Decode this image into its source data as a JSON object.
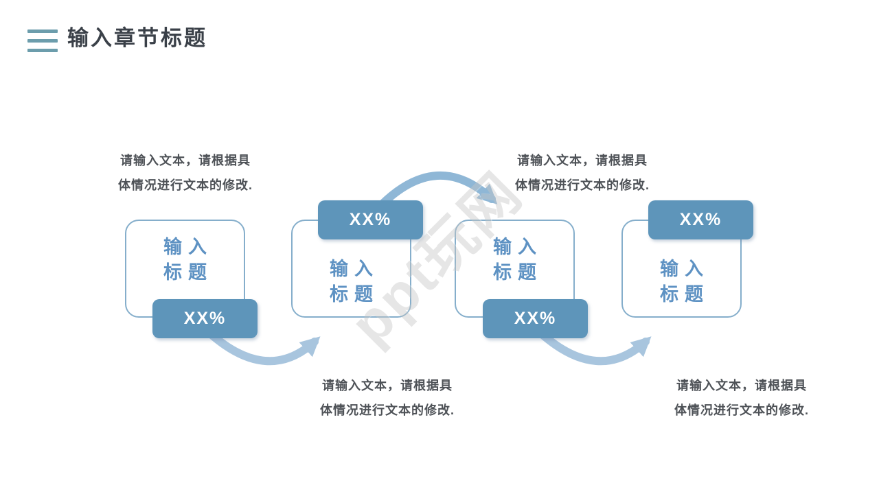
{
  "header": {
    "title": "输入章节标题",
    "icon": "triple-lines-icon"
  },
  "watermark": "ppt玩网",
  "colors": {
    "accent_teal": "#6C9DAC",
    "title_text": "#3A4048",
    "body_text": "#4E5257",
    "box_border": "#85AECB",
    "box_title_text": "#5E92C3",
    "badge_fill": "#5E95BA",
    "badge_text": "#FFFFFF",
    "arrow_top": "#8FB7D6",
    "arrow_bottom": "#A8C5DE"
  },
  "diagram": {
    "type": "process-flow",
    "steps": [
      {
        "title_lines": [
          "输入",
          "标题"
        ],
        "badge": "XX%",
        "badge_position": "bottom"
      },
      {
        "title_lines": [
          "输入",
          "标题"
        ],
        "badge": "XX%",
        "badge_position": "top"
      },
      {
        "title_lines": [
          "输入",
          "标题"
        ],
        "badge": "XX%",
        "badge_position": "bottom"
      },
      {
        "title_lines": [
          "输入",
          "标题"
        ],
        "badge": "XX%",
        "badge_position": "top"
      }
    ],
    "captions": [
      {
        "lines": [
          "请输入文本，请根据具",
          "体情况进行文本的修改."
        ],
        "position": "top-left"
      },
      {
        "lines": [
          "请输入文本，请根据具",
          "体情况进行文本的修改."
        ],
        "position": "top-right"
      },
      {
        "lines": [
          "请输入文本，请根据具",
          "体情况进行文本的修改."
        ],
        "position": "bottom-middle"
      },
      {
        "lines": [
          "请输入文本，请根据具",
          "体情况进行文本的修改."
        ],
        "position": "bottom-right"
      }
    ]
  }
}
